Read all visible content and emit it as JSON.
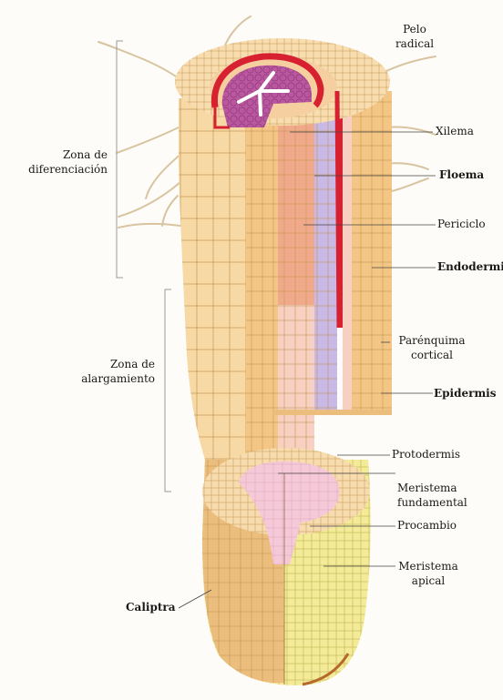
{
  "labels": {
    "pelo_radical_1": "Pelo",
    "pelo_radical_2": "radical",
    "zona_dif_1": "Zona de",
    "zona_dif_2": "diferenciación",
    "zona_alarg_1": "Zona de",
    "zona_alarg_2": "alargamiento",
    "xilema": "Xilema",
    "floema": "Floema",
    "periciclo": "Periciclo",
    "endodermis": "Endodermis",
    "parenquima_1": "Parénquima",
    "parenquima_2": "cortical",
    "epidermis": "Epidermis",
    "protodermis": "Protodermis",
    "meristema_fund_1": "Meristema",
    "meristema_fund_2": "fundamental",
    "procambio": "Procambio",
    "meristema_apical_1": "Meristema",
    "meristema_apical_2": "apical",
    "caliptra": "Caliptra"
  },
  "colors": {
    "cortex": "#f6d9a4",
    "cortex_dark": "#eebd78",
    "epidermis": "#f3c685",
    "endodermis_red": "#d72030",
    "xylem": "#f0a98a",
    "phloem": "#c9b9e6",
    "stele_purple": "#b9589f",
    "pericycle": "#f7d0c2",
    "cell_line": "#c79652",
    "meristem_pink": "#f6c9d9",
    "apical_yellow": "#f3eb98",
    "cap": "#ecbe7e"
  }
}
